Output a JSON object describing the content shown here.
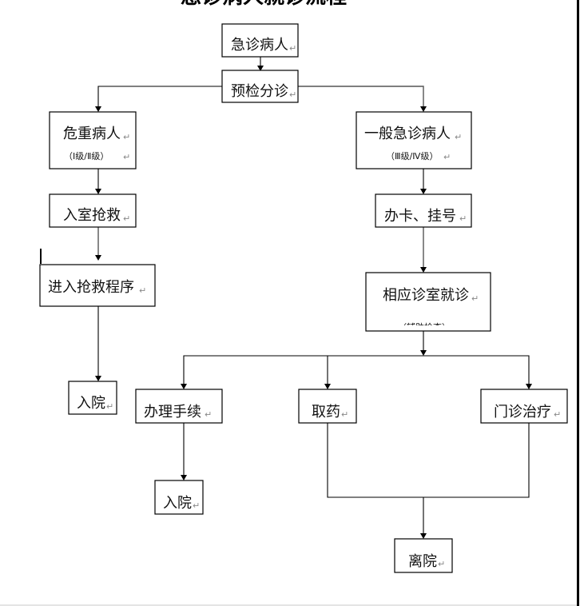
{
  "document": {
    "title": "急诊病人就诊流程",
    "paragraph_mark": "↵"
  },
  "flowchart": {
    "nodes": {
      "emergency_patient": {
        "label": "急诊病人"
      },
      "triage": {
        "label": "预检分诊"
      },
      "critical_patient": {
        "label": "危重病人",
        "sublabel": "（Ⅰ级/Ⅱ级）"
      },
      "enter_resus_room": {
        "label": "入室抢救"
      },
      "resus_procedure": {
        "label": "进入抢救程序"
      },
      "admit_left": {
        "label": "入院"
      },
      "general_patient": {
        "label": "一般急诊病人",
        "sublabel": "（Ⅲ级/Ⅳ级）"
      },
      "register": {
        "label": "办卡、挂号"
      },
      "clinic_visit": {
        "label": "相应诊室就诊",
        "sublabel": "（辅助检查）"
      },
      "admission_procedures": {
        "label": "办理手续"
      },
      "get_medicine": {
        "label": "取药"
      },
      "outpatient_treatment": {
        "label": "门诊治疗"
      },
      "admit_bottom": {
        "label": "入院"
      },
      "discharge": {
        "label": "离院"
      }
    },
    "edges": [
      [
        "emergency_patient",
        "triage"
      ],
      [
        "triage",
        "critical_patient"
      ],
      [
        "triage",
        "general_patient"
      ],
      [
        "critical_patient",
        "enter_resus_room"
      ],
      [
        "enter_resus_room",
        "resus_procedure"
      ],
      [
        "resus_procedure",
        "admit_left"
      ],
      [
        "general_patient",
        "register"
      ],
      [
        "register",
        "clinic_visit"
      ],
      [
        "clinic_visit",
        "admission_procedures"
      ],
      [
        "clinic_visit",
        "get_medicine"
      ],
      [
        "clinic_visit",
        "outpatient_treatment"
      ],
      [
        "admission_procedures",
        "admit_bottom"
      ],
      [
        "get_medicine",
        "discharge"
      ],
      [
        "outpatient_treatment",
        "discharge"
      ]
    ]
  }
}
